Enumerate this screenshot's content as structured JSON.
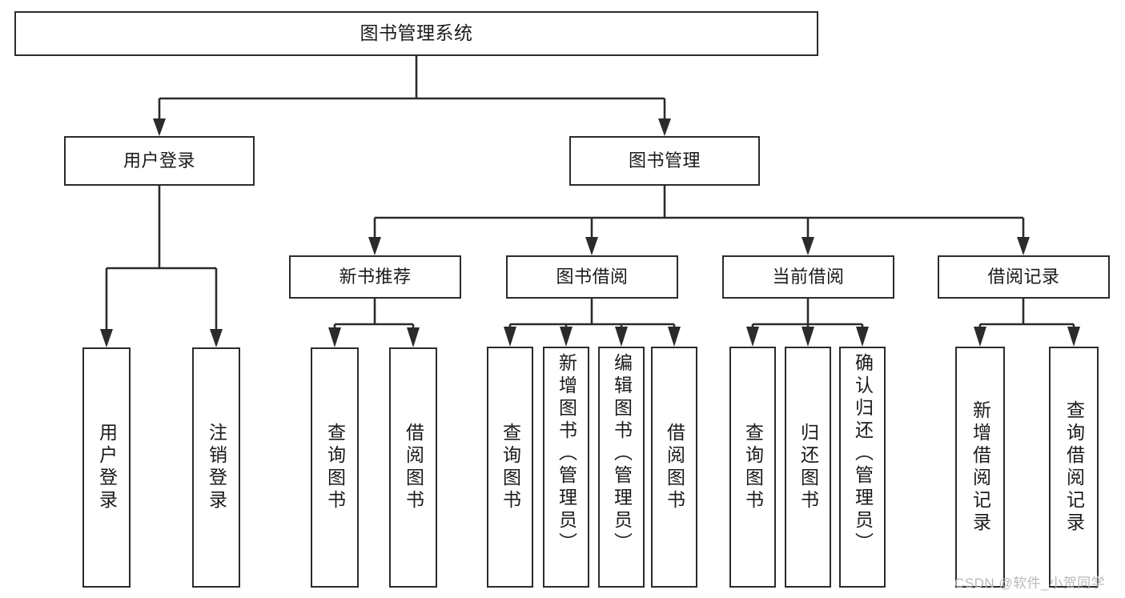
{
  "diagram": {
    "type": "tree-hierarchy",
    "title": "图书管理系统",
    "watermark": "CSDN @软件_小贺同学",
    "colors": {
      "stroke": "#2b2b2b",
      "fill": "#ffffff",
      "text": "#1a1a1a",
      "watermark": "#b9b9b9"
    },
    "nodes": {
      "root": {
        "label": "图书管理系统",
        "level": 0
      },
      "level1": [
        {
          "id": "user-login",
          "label": "用户登录"
        },
        {
          "id": "book-management",
          "label": "图书管理"
        }
      ],
      "level2": [
        {
          "id": "new-book-recommend",
          "label": "新书推荐"
        },
        {
          "id": "book-borrow",
          "label": "图书借阅"
        },
        {
          "id": "current-borrow",
          "label": "当前借阅"
        },
        {
          "id": "borrow-record",
          "label": "借阅记录"
        }
      ],
      "leaves": {
        "user_login": [
          {
            "id": "leaf-user-login",
            "label": "用户登录"
          },
          {
            "id": "leaf-logout-login",
            "label": "注销登录"
          }
        ],
        "new_book_recommend": [
          {
            "id": "leaf-query-book-1",
            "label": "查询图书"
          },
          {
            "id": "leaf-borrow-book-1",
            "label": "借阅图书"
          }
        ],
        "book_borrow": [
          {
            "id": "leaf-query-book-2",
            "label": "查询图书"
          },
          {
            "id": "leaf-add-book",
            "label": "新增图书（管理员）"
          },
          {
            "id": "leaf-edit-book",
            "label": "编辑图书（管理员）"
          },
          {
            "id": "leaf-borrow-book-2",
            "label": "借阅图书"
          }
        ],
        "current_borrow": [
          {
            "id": "leaf-query-book-3",
            "label": "查询图书"
          },
          {
            "id": "leaf-return-book",
            "label": "归还图书"
          },
          {
            "id": "leaf-confirm-return",
            "label": "确认归还（管理员）"
          }
        ],
        "borrow_record": [
          {
            "id": "leaf-add-record",
            "label": "新增借阅记录"
          },
          {
            "id": "leaf-query-record",
            "label": "查询借阅记录"
          }
        ]
      }
    }
  }
}
